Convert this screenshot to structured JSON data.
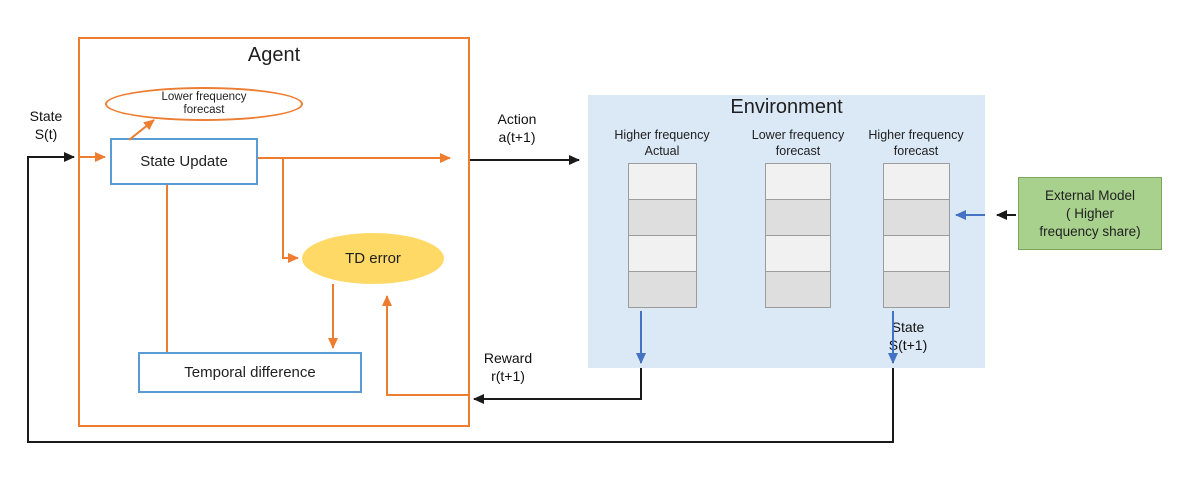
{
  "agent": {
    "title": "Agent",
    "forecast_ellipse": {
      "line1": "Lower frequency",
      "line2": "forecast"
    },
    "state_update": "State Update",
    "td_error": "TD error",
    "temporal_difference": "Temporal difference"
  },
  "environment": {
    "title": "Environment",
    "columns": [
      {
        "line1": "Higher frequency",
        "line2": "Actual"
      },
      {
        "line1": "Lower frequency",
        "line2": "forecast"
      },
      {
        "line1": "Higher frequency",
        "line2": "forecast"
      }
    ]
  },
  "external_model": {
    "line1": "External Model",
    "line2": "( Higher",
    "line3": "frequency share)"
  },
  "labels": {
    "state_in": {
      "line1": "State",
      "line2": "S(t)"
    },
    "action": {
      "line1": "Action",
      "line2": "a(t+1)"
    },
    "reward": {
      "line1": "Reward",
      "line2": "r(t+1)"
    },
    "state_next": {
      "line1": "State",
      "line2": "S(t+1)"
    }
  },
  "colors": {
    "agent_border_orange": "#ED7D31",
    "box_border_blue": "#5B9BD5",
    "td_error_fill": "#FFD966",
    "env_fill": "#DBE8F6",
    "external_fill": "#A9D18E",
    "arrow_blue": "#4472C4",
    "arrow_black": "#1a1a1a",
    "cell_light": "#F1F1F1",
    "cell_dark": "#DEDEDE"
  }
}
